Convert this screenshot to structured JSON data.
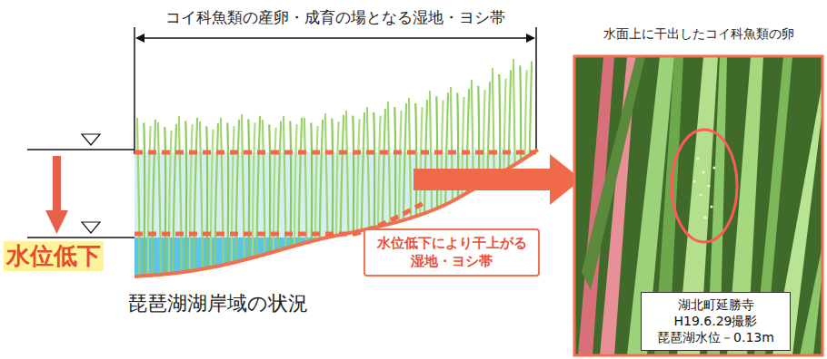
{
  "diagram": {
    "nodes": [
      {
        "text": [
          "水位低下により干上がる 湿地・ヨシ帯"
        ]
      },
      {
        "text": [
          "水面上に干出したコイ科魚類の卵"
        ]
      },
      {
        "text": [
          "湖北町延勝寺 H19.6.29撮影 琵琶湖水位－0.13m"
        ],
        "in": 1
      }
    ],
    "labels": [
      "コイ科魚類の産卵・成育の場となる湿地・ヨシ帯",
      "水位低下",
      "琵琶湖湖岸域の状況"
    ]
  }
}
